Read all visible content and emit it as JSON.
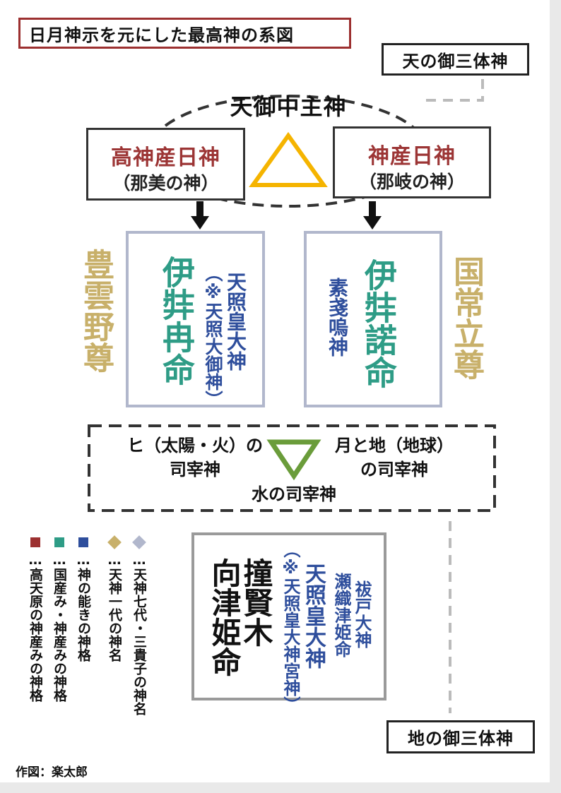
{
  "title": "日月神示を元にした最高神の系図",
  "heavenly_trinity_label": "天の御三体神",
  "earthly_trinity_label": "地の御三体神",
  "ame_no_minakanushi": "天御中主神",
  "takami": {
    "name": "高神産日神",
    "sub": "（那美の神）"
  },
  "kami": {
    "name": "神産日神",
    "sub": "（那岐の神）"
  },
  "left_side": "豊雲野尊",
  "right_side": "国常立尊",
  "izanami": {
    "name": "伊弉冉命",
    "alt": "天照皇大神",
    "note": "（※天照大御神）"
  },
  "izanagi": {
    "name": "伊弉諾命",
    "alt": "素戔嗚神"
  },
  "middle": {
    "sun_line1": "ヒ（太陽・火）の",
    "sun_line2": "司宰神",
    "moon_line1": "月と地（地球）",
    "moon_line2": "の司宰神",
    "water": "水の司宰神"
  },
  "bottom": {
    "col1": "撞賢木",
    "col2": "向津姫命",
    "col3": "天照皇大神",
    "col4": "（※天照皇大神宮神）",
    "col5": "祓戸大神",
    "col6": "瀬織津姫命"
  },
  "legend": [
    {
      "color": "#9c3030",
      "shape": "square",
      "text": "…高天原の神産みの神格"
    },
    {
      "color": "#2e9c86",
      "shape": "square",
      "text": "…国産み・神産みの神格"
    },
    {
      "color": "#2e4e9c",
      "shape": "square",
      "text": "…神の能きの神格"
    },
    {
      "color": "#c8b06a",
      "shape": "diamond",
      "text": "…天神一代の神名"
    },
    {
      "color": "#b1b7cc",
      "shape": "diamond",
      "text": "…天神七代・三貴子の神名"
    }
  ],
  "credit": "作図：楽太郎",
  "colors": {
    "red": "#9c3535",
    "teal": "#2e9c86",
    "blue": "#2e4e9c",
    "gold": "#c8b06a",
    "yellow_triangle": "#f5b400",
    "green_triangle": "#6a9c3a"
  }
}
